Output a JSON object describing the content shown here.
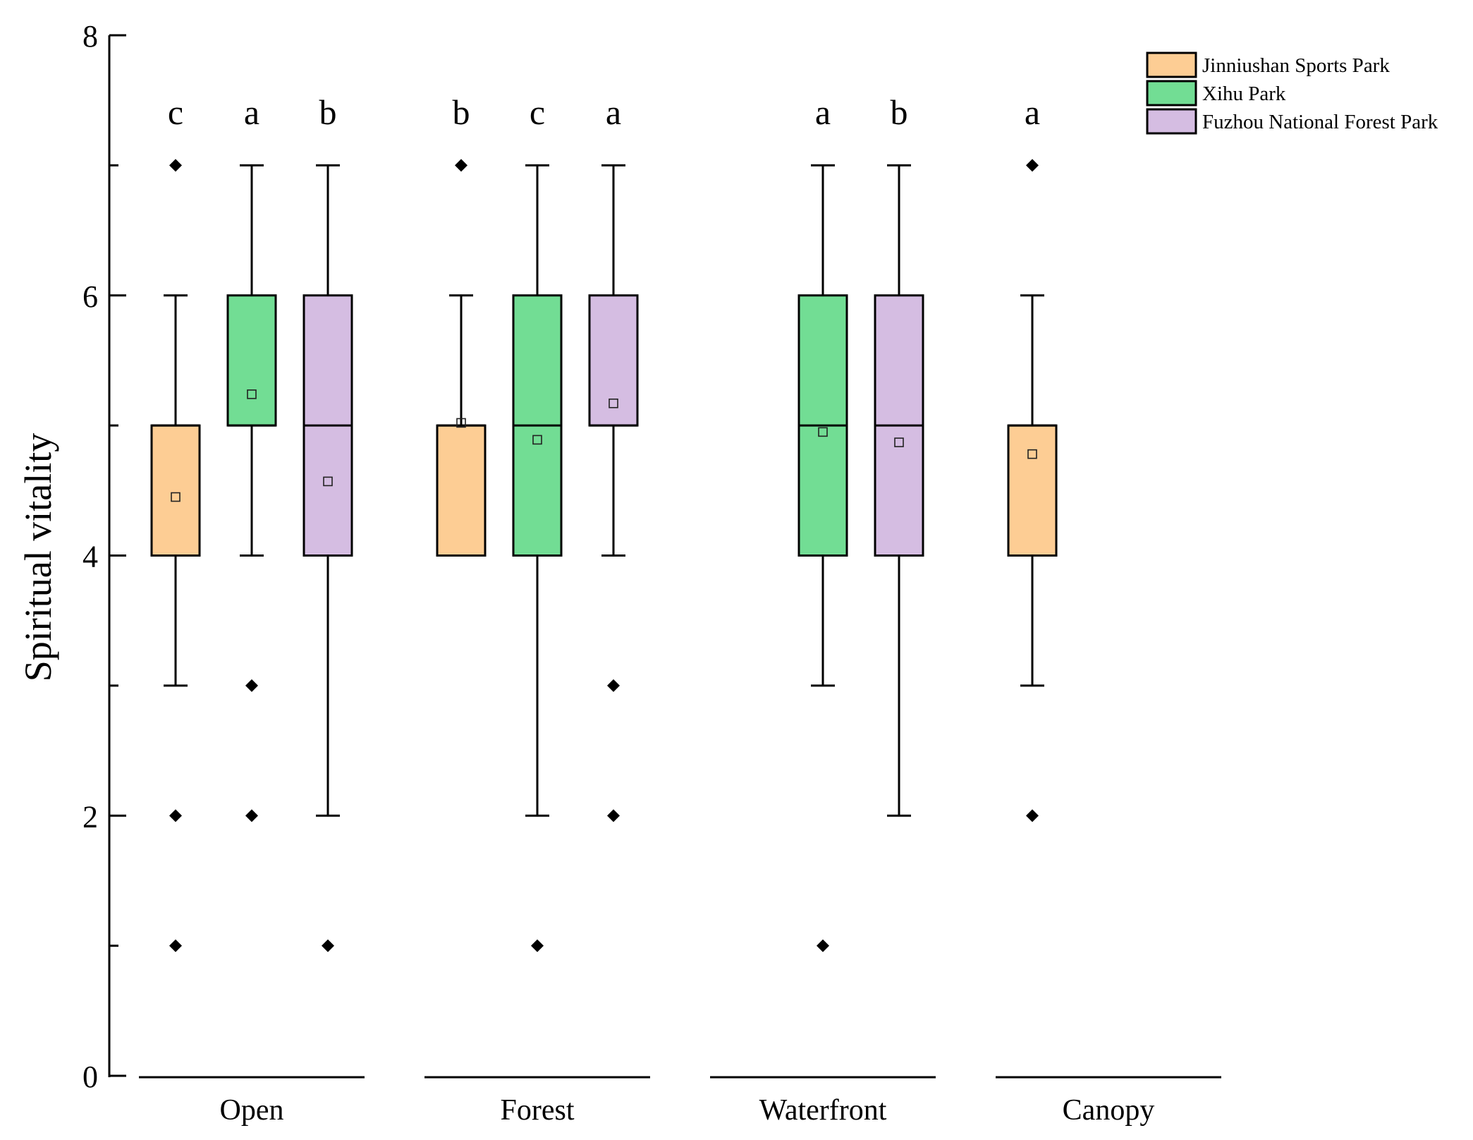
{
  "chart_data": {
    "type": "box",
    "ylabel": "Spiritual vitality",
    "ylim": [
      0,
      8
    ],
    "yticks": [
      "0",
      "2",
      "4",
      "6",
      "8"
    ],
    "groups": [
      "Open",
      "Forest",
      "Waterfront",
      "Canopy"
    ],
    "legend": {
      "placement": "top-right",
      "entries": [
        {
          "name": "Jinniushan Sports Park",
          "color": "#FDCD94"
        },
        {
          "name": "Xihu Park",
          "color": "#72DD94"
        },
        {
          "name": "Fuzhou National Forest Park",
          "color": "#D5BDE2"
        }
      ]
    },
    "boxes": [
      {
        "group": "Open",
        "series": "Jinniushan Sports Park",
        "letter": "c",
        "whisker_low": 3,
        "q1": 4,
        "median": 5,
        "q3": 5,
        "whisker_high": 6,
        "mean": 4.45,
        "outliers": [
          7,
          2,
          1
        ]
      },
      {
        "group": "Open",
        "series": "Xihu Park",
        "letter": "a",
        "whisker_low": 4,
        "q1": 5,
        "median": 5,
        "q3": 6,
        "whisker_high": 7,
        "mean": 5.24,
        "outliers": [
          3,
          2
        ]
      },
      {
        "group": "Open",
        "series": "Fuzhou National Forest Park",
        "letter": "b",
        "whisker_low": 2,
        "q1": 4,
        "median": 5,
        "q3": 6,
        "whisker_high": 7,
        "mean": 4.57,
        "outliers": [
          1
        ]
      },
      {
        "group": "Forest",
        "series": "Jinniushan Sports Park",
        "letter": "b",
        "whisker_low": 4,
        "q1": 4,
        "median": 5,
        "q3": 5,
        "whisker_high": 6,
        "mean": 5.02,
        "outliers": [
          7
        ]
      },
      {
        "group": "Forest",
        "series": "Xihu Park",
        "letter": "c",
        "whisker_low": 2,
        "q1": 4,
        "median": 5,
        "q3": 6,
        "whisker_high": 7,
        "mean": 4.89,
        "outliers": [
          1
        ]
      },
      {
        "group": "Forest",
        "series": "Fuzhou National Forest Park",
        "letter": "a",
        "whisker_low": 4,
        "q1": 5,
        "median": 5,
        "q3": 6,
        "whisker_high": 7,
        "mean": 5.17,
        "outliers": [
          3,
          2
        ]
      },
      {
        "group": "Waterfront",
        "series": "Xihu Park",
        "letter": "a",
        "whisker_low": 3,
        "q1": 4,
        "median": 5,
        "q3": 6,
        "whisker_high": 7,
        "mean": 4.95,
        "outliers": [
          1
        ]
      },
      {
        "group": "Waterfront",
        "series": "Fuzhou National Forest Park",
        "letter": "b",
        "whisker_low": 2,
        "q1": 4,
        "median": 5,
        "q3": 6,
        "whisker_high": 7,
        "mean": 4.87,
        "outliers": []
      },
      {
        "group": "Canopy",
        "series": "Jinniushan Sports Park",
        "letter": "a",
        "whisker_low": 3,
        "q1": 4,
        "median": 5,
        "q3": 5,
        "whisker_high": 6,
        "mean": 4.78,
        "outliers": [
          7,
          2
        ]
      }
    ]
  }
}
